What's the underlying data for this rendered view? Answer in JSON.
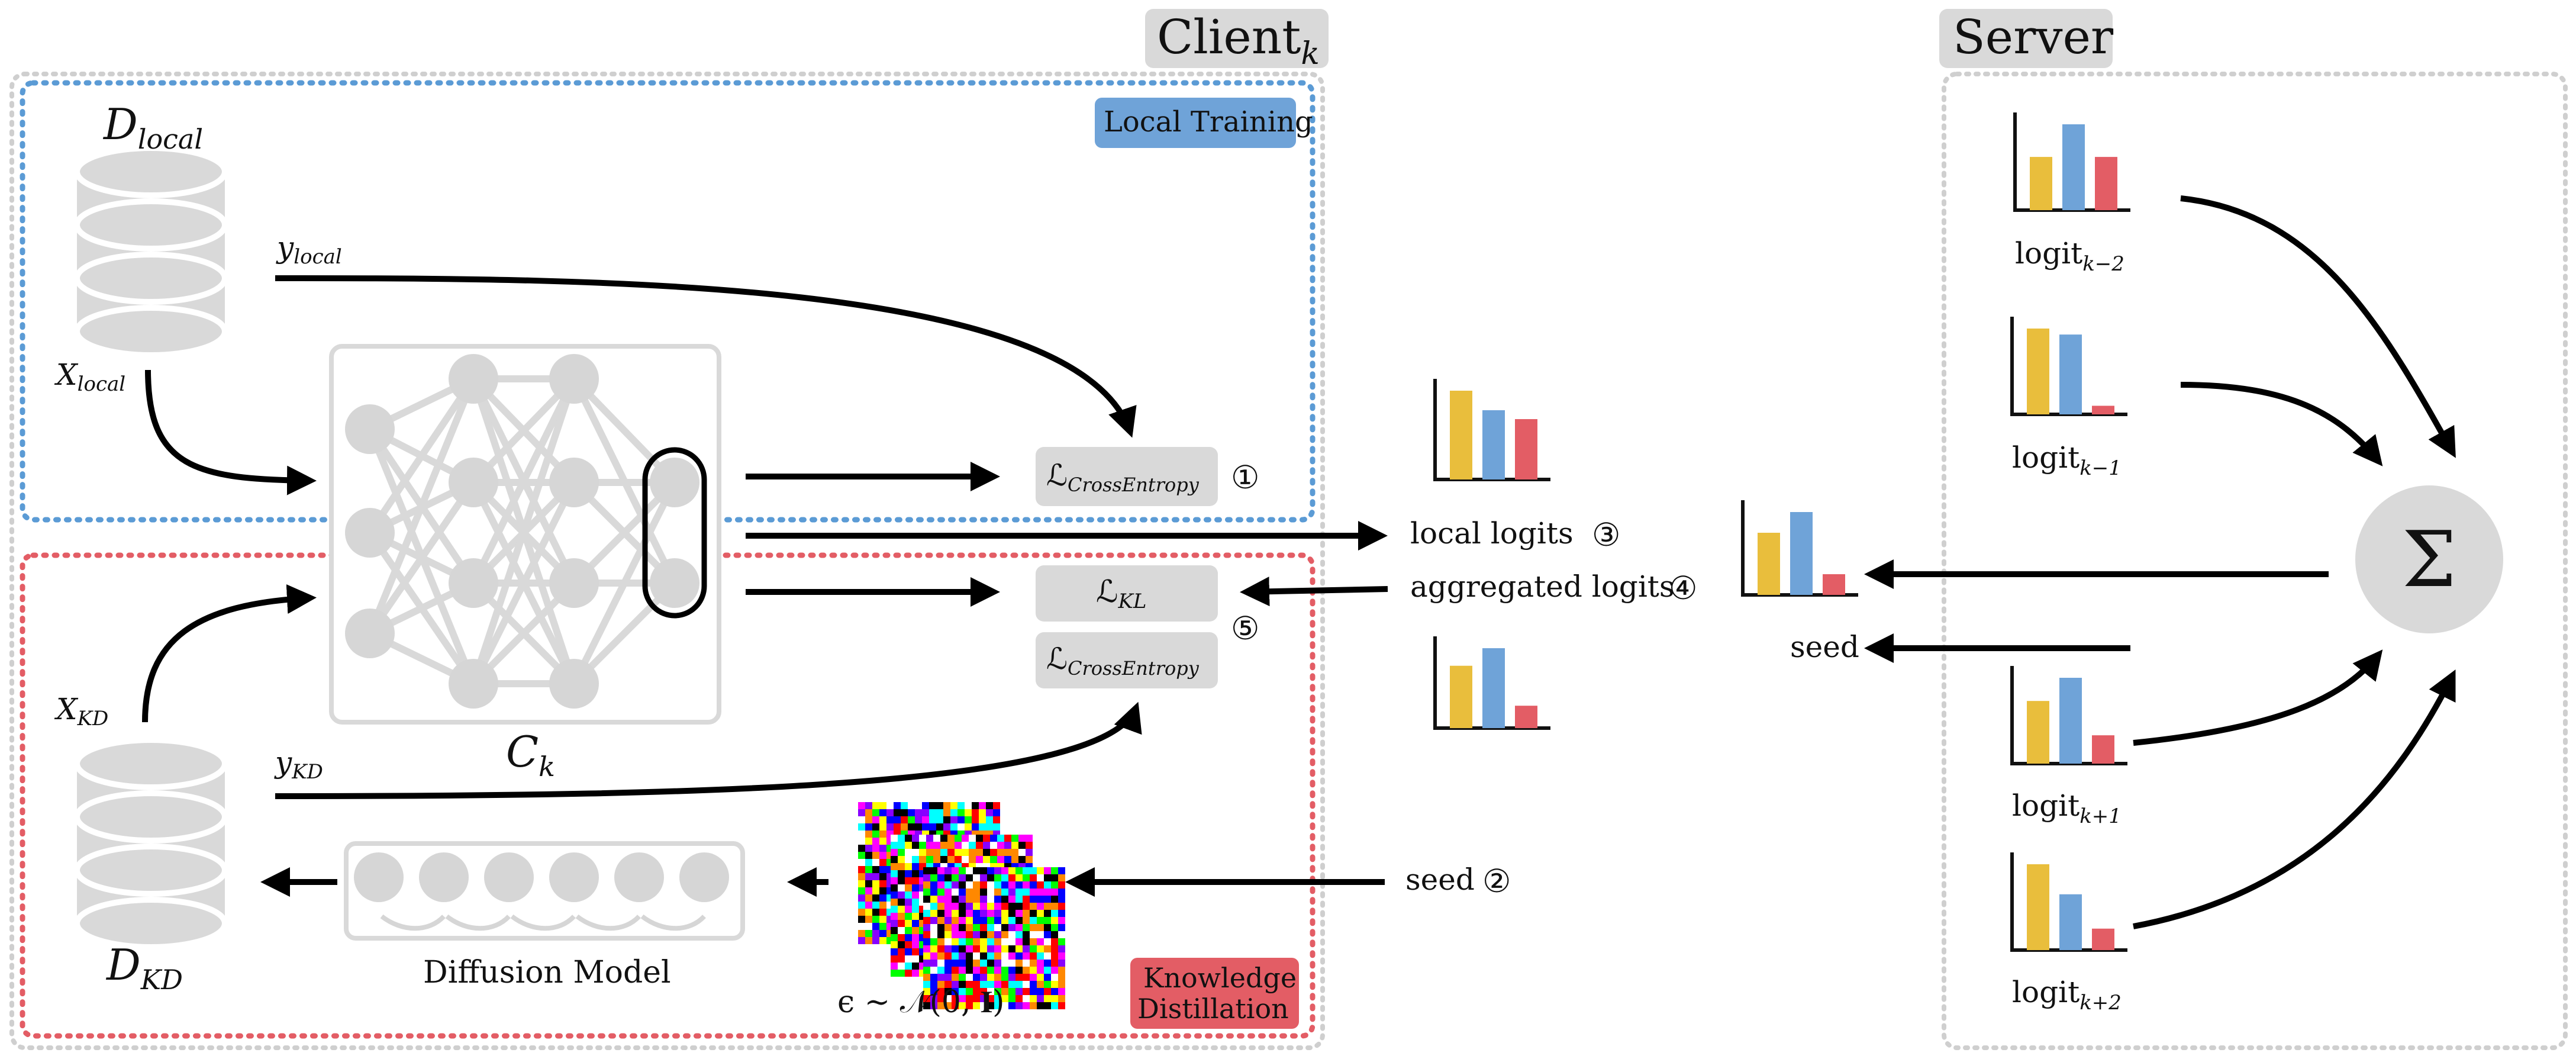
{
  "client": {
    "title": "Client",
    "title_sub": "k"
  },
  "server": {
    "title": "Server"
  },
  "local_training": {
    "badge": "Local Training"
  },
  "knowledge_distillation": {
    "badge_line1": "Knowledge",
    "badge_line2": "Distillation"
  },
  "data": {
    "d_local": {
      "base": "D",
      "sub": "local"
    },
    "d_kd": {
      "base": "D",
      "sub": "KD"
    },
    "x_local": {
      "base": "X",
      "sub": "local"
    },
    "y_local": {
      "base": "y",
      "sub": "local"
    },
    "x_kd": {
      "base": "X",
      "sub": "KD"
    },
    "y_kd": {
      "base": "y",
      "sub": "KD"
    }
  },
  "model": {
    "base": "C",
    "sub": "k"
  },
  "losses": {
    "ce_top": {
      "base": "ℒ",
      "sub": "CrossEntropy",
      "step": "①"
    },
    "kl": {
      "base": "ℒ",
      "sub": "KL"
    },
    "ce_bottom": {
      "base": "ℒ",
      "sub": "CrossEntropy"
    },
    "kd_step": "⑤"
  },
  "flow": {
    "local_logits": "local logits",
    "local_logits_step": "③",
    "aggregated_logits": "aggregated logits",
    "aggregated_logits_step": "④",
    "seed_left": "seed",
    "seed_left_step": "②",
    "seed_right": "seed"
  },
  "diffusion": {
    "label": "Diffusion Model",
    "noise": "ϵ ∼ 𝒩(0, 𝐈)"
  },
  "server_logits": [
    {
      "base": "logit",
      "sub": "k−2"
    },
    {
      "base": "logit",
      "sub": "k−1"
    },
    {
      "base": "logit",
      "sub": "k+1"
    },
    {
      "base": "logit",
      "sub": "k+2"
    }
  ],
  "aggregator": {
    "symbol": "Σ"
  },
  "colors": {
    "yellow": "#E9BE3C",
    "blue": "#6FA3D8",
    "red": "#E35D65",
    "box_gray": "#D9D9D9",
    "node_gray": "#D6D6D6"
  },
  "chart_data": [
    {
      "type": "bar",
      "name": "local logits",
      "values": [
        1.0,
        0.78,
        0.68
      ]
    },
    {
      "type": "bar",
      "name": "aggregated logits (center)",
      "values": [
        0.75,
        1.0,
        0.25
      ]
    },
    {
      "type": "bar",
      "name": "below local logits",
      "values": [
        0.78,
        1.0,
        0.28
      ]
    },
    {
      "type": "bar",
      "name": "logit k-2",
      "values": [
        0.62,
        1.0,
        0.62
      ]
    },
    {
      "type": "bar",
      "name": "logit k-1",
      "values": [
        1.0,
        0.93,
        0.1
      ]
    },
    {
      "type": "bar",
      "name": "logit k+1",
      "values": [
        0.73,
        1.0,
        0.33
      ]
    },
    {
      "type": "bar",
      "name": "logit k+2",
      "values": [
        1.0,
        0.65,
        0.25
      ]
    }
  ]
}
